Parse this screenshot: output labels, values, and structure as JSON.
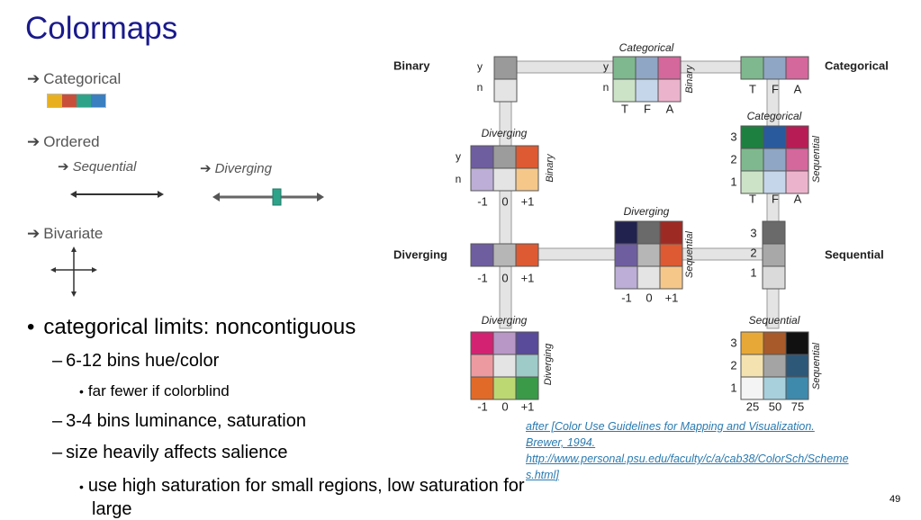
{
  "title": "Colormaps",
  "legend": {
    "categorical": "Categorical",
    "ordered": "Ordered",
    "sequential": "Sequential",
    "diverging": "Diverging",
    "bivariate": "Bivariate",
    "categorical_swatches": [
      "#e8b020",
      "#c8503a",
      "#2fa38a",
      "#3a7fc0"
    ]
  },
  "bullets": {
    "b1": "categorical limits: noncontiguous",
    "b1_1": "6-12 bins hue/color",
    "b1_1_1": "far fewer if colorblind",
    "b1_2": "3-4 bins luminance, saturation",
    "b1_3": "size heavily affects salience",
    "b1_3_1": "use high saturation for small regions, low saturation for",
    "b1_3_1_cont": "large"
  },
  "citation": {
    "line1": "after [Color Use Guidelines for Mapping and Visualization.",
    "line2": "Brewer, 1994.",
    "line3": "http://www.personal.psu.edu/faculty/c/a/cab38/ColorSch/Scheme",
    "line4": "s.html]"
  },
  "page_number": "49",
  "diagram": {
    "axis_labels": {
      "binary": "Binary",
      "categorical": "Categorical",
      "diverging": "Diverging",
      "sequential": "Sequential"
    },
    "binary_ticks": [
      "y",
      "n"
    ],
    "categorical_ticks": [
      "T",
      "F",
      "A"
    ],
    "diverging_ticks": [
      "-1",
      "0",
      "+1"
    ],
    "sequential_ticks": [
      "3",
      "2",
      "1"
    ],
    "sequential_value_ticks": [
      "25",
      "50",
      "75"
    ],
    "cell_titles": {
      "binary_categorical": "Categorical",
      "categorical_sequential": "Categorical",
      "diverging_binary": "Diverging",
      "diverging_sequential": "Diverging",
      "diverging_diverging": "Diverging",
      "sequential_sequential": "Sequential"
    },
    "side_labels": {
      "binary_categorical": "Binary",
      "categorical_sequential": "Sequential",
      "diverging_binary": "Binary",
      "diverging_sequential": "Sequential",
      "diverging_diverging": "Diverging",
      "sequential_sequential": "Sequential"
    },
    "colors": {
      "binary_single": [
        "#9a9a9a",
        "#e4e4e4"
      ],
      "categorical_single": [
        "#7fb88e",
        "#8fa6c4",
        "#d4679c"
      ],
      "diverging_single": [
        "#6e5ea0",
        "#b6b6b6",
        "#dd5a33"
      ],
      "sequential_single": [
        "#6a6a6a",
        "#a8a8a8",
        "#dadada"
      ],
      "binary_categorical": [
        [
          "#7fb88e",
          "#8fa6c4",
          "#d4679c"
        ],
        [
          "#cde3c8",
          "#c6d6ea",
          "#ecb4cc"
        ]
      ],
      "categorical_sequential": [
        [
          "#1e8040",
          "#2a5a9e",
          "#b81c55"
        ],
        [
          "#7fb88e",
          "#8fa6c4",
          "#d4679c"
        ],
        [
          "#cde3c8",
          "#c6d6ea",
          "#ecb4cc"
        ]
      ],
      "diverging_binary": [
        [
          "#6e5ea0",
          "#9c9c9c",
          "#dd5a33"
        ],
        [
          "#bcaed6",
          "#e4e4e4",
          "#f5c88a"
        ]
      ],
      "diverging_sequential": [
        [
          "#22224e",
          "#6a6a6a",
          "#9e2a24"
        ],
        [
          "#6e5ea0",
          "#b6b6b6",
          "#dd5a33"
        ],
        [
          "#bcaed6",
          "#e4e4e4",
          "#f5c88a"
        ]
      ],
      "diverging_diverging": [
        [
          "#d42272",
          "#b896c6",
          "#5a4a9a"
        ],
        [
          "#ec9aa0",
          "#e4e4e4",
          "#9ecac8"
        ],
        [
          "#e16a28",
          "#bcd872",
          "#3a9a48"
        ]
      ],
      "sequential_sequential": [
        [
          "#e8a838",
          "#a85a2a",
          "#111111"
        ],
        [
          "#f4e2b0",
          "#a4a4a4",
          "#2e5878"
        ],
        [
          "#f4f4f4",
          "#a8d0dc",
          "#3e8aac"
        ]
      ]
    }
  }
}
